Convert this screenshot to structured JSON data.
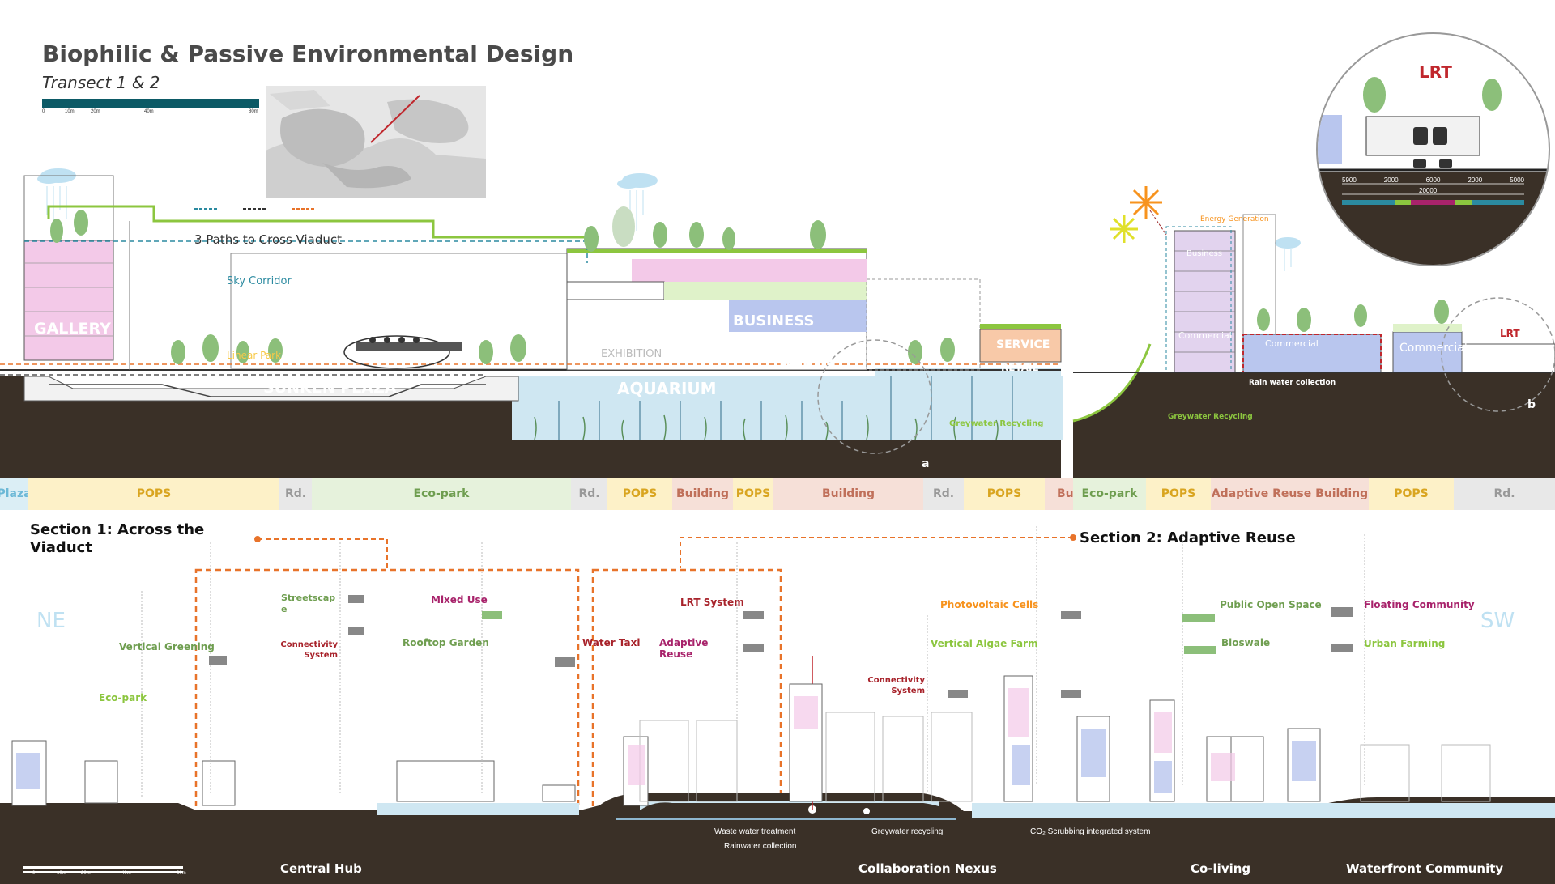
{
  "title": "Biophilic & Passive Environmental Design",
  "subtitle": "Transect 1 & 2",
  "scale_top": [
    "0",
    "10m",
    "20m",
    "40m",
    "80m"
  ],
  "scale_bottom": [
    "0",
    "10m",
    "20m",
    "40m",
    "80m"
  ],
  "section1": {
    "paths_label": "3 Paths to Cross Viaduct",
    "sky_corridor": "Sky Corridor",
    "gallery": "GALLERY",
    "linear_park": "Linear Park",
    "sunken_plaza": "SUNKEN PLAZA",
    "business": "BUSINESS",
    "exhibition": "EXHIBITION",
    "algae": "ALGAE R&D",
    "retail": "RETAIL",
    "aquarium": "AQUARIUM",
    "service": "SERVICE",
    "retail2": "RETAIL",
    "greywater": "Greywater Recycling",
    "marker_a": "a"
  },
  "section2": {
    "energy": "Energy Generation",
    "business": "Business",
    "commercial1": "Commercial",
    "commercial2": "Commercial",
    "commercial3": "Commercial",
    "rain": "Rain water collection",
    "greywater": "Greywater Recycling",
    "lrt": "LRT",
    "marker_b": "b"
  },
  "inset": {
    "lrt": "LRT",
    "dims": [
      "5900",
      "2000",
      "6000",
      "2000",
      "5000"
    ],
    "total": "20000"
  },
  "zones_left": [
    {
      "label": "Plaza",
      "color": "#dbeef5",
      "text": "#6cb8d6"
    },
    {
      "label": "POPS",
      "color": "#fdf1c8",
      "text": "#d9a520"
    },
    {
      "label": "Rd.",
      "color": "#e8e8e8",
      "text": "#999999"
    },
    {
      "label": "Eco-park",
      "color": "#e6f2dc",
      "text": "#6f9e50"
    },
    {
      "label": "Rd.",
      "color": "#e8e8e8",
      "text": "#999999"
    },
    {
      "label": "POPS",
      "color": "#fdf1c8",
      "text": "#d9a520"
    },
    {
      "label": "Building",
      "color": "#f6e0d8",
      "text": "#c0705a"
    },
    {
      "label": "POPS",
      "color": "#fdf1c8",
      "text": "#d9a520"
    },
    {
      "label": "Building",
      "color": "#f6e0d8",
      "text": "#c0705a"
    },
    {
      "label": "Rd.",
      "color": "#e8e8e8",
      "text": "#999999"
    },
    {
      "label": "POPS",
      "color": "#fdf1c8",
      "text": "#d9a520"
    },
    {
      "label": "Building",
      "color": "#f6e0d8",
      "text": "#c0705a"
    }
  ],
  "zones_right": [
    {
      "label": "Eco-park",
      "color": "#e6f2dc",
      "text": "#6f9e50"
    },
    {
      "label": "POPS",
      "color": "#fdf1c8",
      "text": "#d9a520"
    },
    {
      "label": "Adaptive Reuse Building",
      "color": "#f6e0d8",
      "text": "#c0705a"
    },
    {
      "label": "POPS",
      "color": "#fdf1c8",
      "text": "#d9a520"
    },
    {
      "label": "Rd.",
      "color": "#e8e8e8",
      "text": "#999999"
    }
  ],
  "section_titles": {
    "s1": "Section 1: Across the Viaduct",
    "s2": "Section 2: Adaptive Reuse"
  },
  "compass": {
    "ne": "NE",
    "sw": "SW"
  },
  "legend": {
    "vertical_greening": "Vertical Greening",
    "eco_park": "Eco-park",
    "streetscape": "Streetscap e",
    "connectivity1": "Connectivity System",
    "mixed_use": "Mixed Use",
    "rooftop_garden": "Rooftop Garden",
    "lrt_system": "LRT System",
    "water_taxi": "Water Taxi",
    "adaptive_reuse": "Adaptive Reuse",
    "connectivity2": "Connectivity System",
    "photovoltaic": "Photovoltaic Cells",
    "vertical_algae": "Vertical Algae Farm",
    "public_open_space": "Public Open Space",
    "bioswale": "Bioswale",
    "floating_community": "Floating Community",
    "urban_farming": "Urban Farming"
  },
  "bottom_notes": {
    "waste_water": "Waste water treatment",
    "rainwater": "Rainwater collection",
    "greywater": "Greywater recycling",
    "co2": "CO₂ Scrubbing integrated system"
  },
  "districts": [
    "Central Hub",
    "Collaboration Nexus",
    "Co-living",
    "Waterfront Community"
  ],
  "colors": {
    "ground": "#3a3027",
    "water": "#cfe7f2",
    "orange": "#e8732a",
    "green": "#8cc63f",
    "red": "#a8232b",
    "dark_red": "#9e2a2b"
  }
}
